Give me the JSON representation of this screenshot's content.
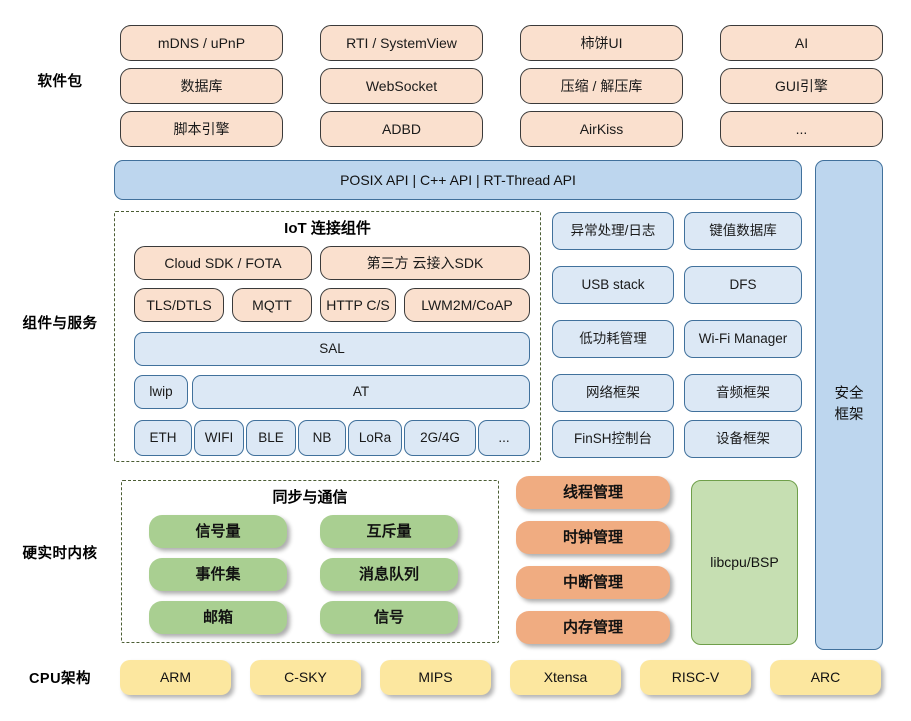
{
  "diagram": {
    "title": "RT-Thread architecture layers",
    "colors": {
      "peach": "#FAE0CE",
      "blue": "#DCE8F5",
      "blue_strong": "#BDD6EE",
      "green": "#A9CF91",
      "orange": "#F0AC81",
      "light_green": "#C6DFB2",
      "yellow": "#FCE79F",
      "dash_border": "#4A5C33",
      "box_border": "#41719C"
    }
  },
  "sections": {
    "software_packages": "软件包",
    "components_services": "组件与服务",
    "hard_realtime_kernel": "硬实时内核",
    "cpu_arch": "CPU架构"
  },
  "packages": {
    "col1": [
      "mDNS / uPnP",
      "数据库",
      "脚本引擎"
    ],
    "col2": [
      "RTI / SystemView",
      "WebSocket",
      "ADBD"
    ],
    "col3": [
      "柿饼UI",
      "压缩 / 解压库",
      "AirKiss"
    ],
    "col4": [
      "AI",
      "GUI引擎",
      "..."
    ]
  },
  "api_bar": {
    "label": "POSIX API  |  C++ API  |  RT-Thread API"
  },
  "iot": {
    "title": "IoT 连接组件",
    "row1": [
      "Cloud SDK / FOTA",
      "第三方 云接入SDK"
    ],
    "row2": [
      "TLS/DTLS",
      "MQTT",
      "HTTP C/S",
      "LWM2M/CoAP"
    ],
    "sal": "SAL",
    "lwip": "lwip",
    "at": "AT",
    "links": [
      "ETH",
      "WIFI",
      "BLE",
      "NB",
      "LoRa",
      "2G/4G",
      "..."
    ]
  },
  "components": {
    "left_col": [
      "异常处理/日志",
      "USB stack",
      "低功耗管理",
      "网络框架",
      "FinSH控制台"
    ],
    "right_col": [
      "键值数据库",
      "DFS",
      "Wi-Fi Manager",
      "音频框架",
      "设备框架"
    ],
    "security": "安全\n框架",
    "security_line1": "安全",
    "security_line2": "框架"
  },
  "kernel": {
    "sync_title": "同步与通信",
    "sync_left": [
      "信号量",
      "事件集",
      "邮箱"
    ],
    "sync_right": [
      "互斥量",
      "消息队列",
      "信号"
    ],
    "management": [
      "线程管理",
      "时钟管理",
      "中断管理",
      "内存管理"
    ],
    "libcpu": "libcpu/BSP"
  },
  "cpu_arch": {
    "items": [
      "ARM",
      "C-SKY",
      "MIPS",
      "Xtensa",
      "RISC-V",
      "ARC"
    ]
  }
}
